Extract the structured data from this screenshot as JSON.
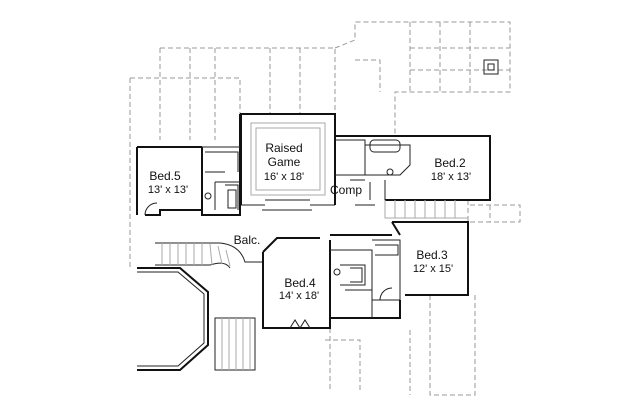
{
  "rooms": {
    "bed5": {
      "name": "Bed.5",
      "size": "13' x 13'"
    },
    "game": {
      "name_line1": "Raised",
      "name_line2": "Game",
      "size": "16' x 18'"
    },
    "bed2": {
      "name": "Bed.2",
      "size": "18' x 13'"
    },
    "comp": {
      "name": "Comp"
    },
    "balc": {
      "name": "Balc."
    },
    "bed3": {
      "name": "Bed.3",
      "size": "12' x 15'"
    },
    "bed4": {
      "name": "Bed.4",
      "size": "14' x 18'"
    }
  }
}
